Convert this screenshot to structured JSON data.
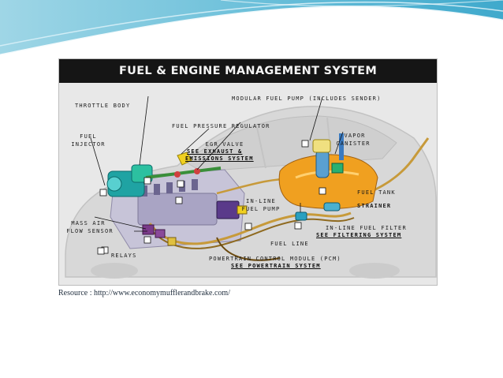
{
  "diagram": {
    "title": "FUEL & ENGINE MANAGEMENT SYSTEM",
    "labels": {
      "throttle_body": "THROTTLE BODY",
      "modular_fuel_pump": "MODULAR FUEL PUMP (INCLUDES SENDER)",
      "fuel_injector_1": "FUEL",
      "fuel_injector_2": "INJECTOR",
      "fuel_pressure_regulator": "FUEL PRESSURE REGULATOR",
      "vapor_canister_1": "VAPOR",
      "vapor_canister_2": "CANISTER",
      "egr_valve": "EGR VALVE",
      "fuel_tank": "FUEL TANK",
      "inline_fuel_pump_1": "IN-LINE",
      "inline_fuel_pump_2": "FUEL PUMP",
      "strainer": "STRAINER",
      "mass_air_flow_1": "MASS AIR",
      "mass_air_flow_2": "FLOW SENSOR",
      "inline_fuel_filter": "IN-LINE FUEL FILTER",
      "fuel_line": "FUEL LINE",
      "relays": "RELAYS",
      "pcm": "POWERTRAIN CONTROL MODULE (PCM)"
    },
    "links": {
      "exhaust_1": "SEE EXHAUST &",
      "exhaust_2": "EMISSIONS SYSTEM",
      "filtering": "SEE FILTERING SYSTEM",
      "powertrain": "SEE POWERTRAIN SYSTEM"
    },
    "colors": {
      "title_bar": "#151515",
      "fuel_tank": "#f0a020",
      "throttle_body": "#1fa3a3",
      "relays": "#7a3a8a",
      "fuel_line": "#c79a3a"
    }
  },
  "resource": "Resource : http://www.economymufflerandbrake.com/"
}
